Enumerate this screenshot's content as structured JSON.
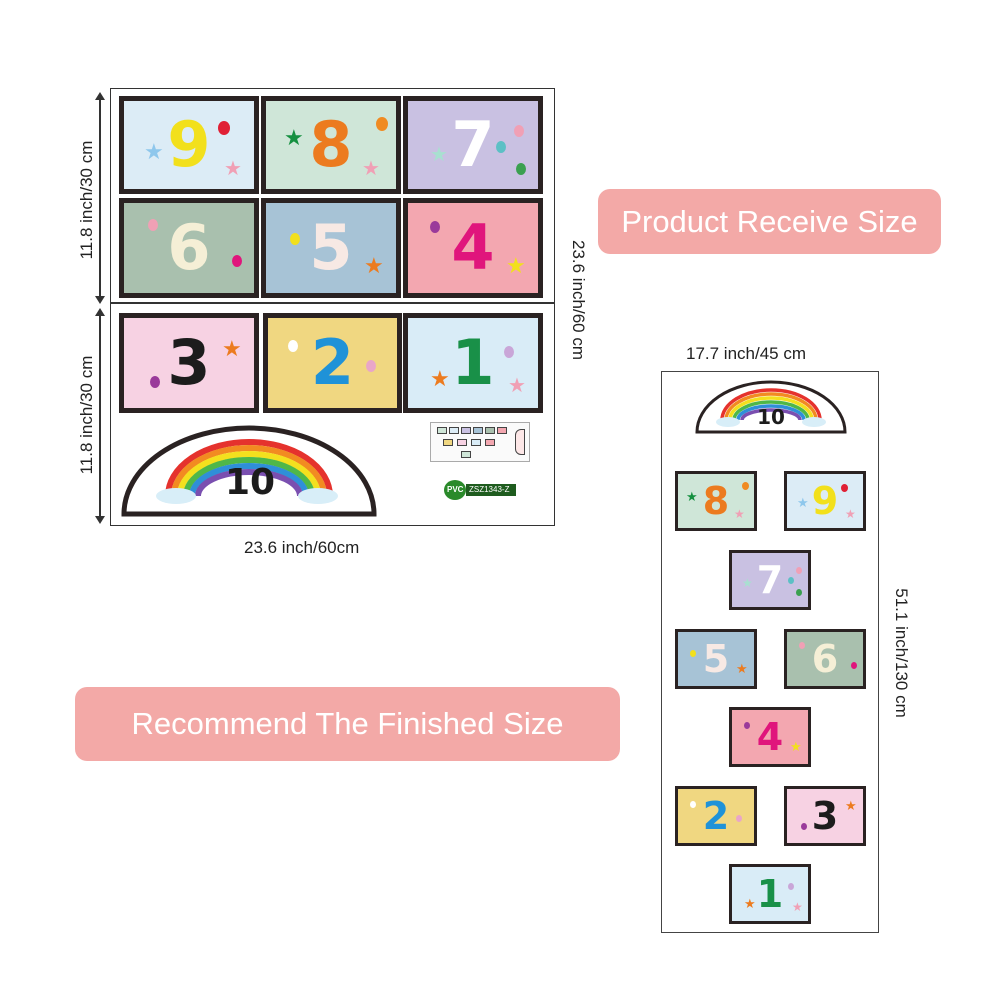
{
  "labels": {
    "sheet_height_top": "11.8 inch/30 cm",
    "sheet_height_bottom": "11.8 inch/30 cm",
    "sheet_width": "23.6 inch/60cm",
    "sheet_side": "23.6 inch/60 cm",
    "product_receive": "Product Receive Size",
    "recommend_finished": "Recommend The Finished Size",
    "strip_width": "17.7 inch/45 cm",
    "strip_height": "51.1 inch/130 cm"
  },
  "sheet_tiles": [
    {
      "n": "9",
      "bg": "#dcecf6",
      "color": "#f2e01c"
    },
    {
      "n": "8",
      "bg": "#cfe6d8",
      "color": "#ec7b1f"
    },
    {
      "n": "7",
      "bg": "#c9c1e2",
      "color": "#ffffff"
    },
    {
      "n": "6",
      "bg": "#a9c0ae",
      "color": "#f5efd6"
    },
    {
      "n": "5",
      "bg": "#a7c3d6",
      "color": "#f7e9e4"
    },
    {
      "n": "4",
      "bg": "#f3a7b0",
      "color": "#e0157c"
    },
    {
      "n": "3",
      "bg": "#f7d2e3",
      "color": "#1c1c1c"
    },
    {
      "n": "2",
      "bg": "#f0d781",
      "color": "#1f92d8"
    },
    {
      "n": "1",
      "bg": "#d9ecf7",
      "color": "#199048"
    }
  ],
  "rainbow_number": "10",
  "badge_pvc": "PVC",
  "badge_code": "ZSZ1343-Z",
  "colors": {
    "pill": "#f3a9a7",
    "frame": "#2a2222"
  }
}
